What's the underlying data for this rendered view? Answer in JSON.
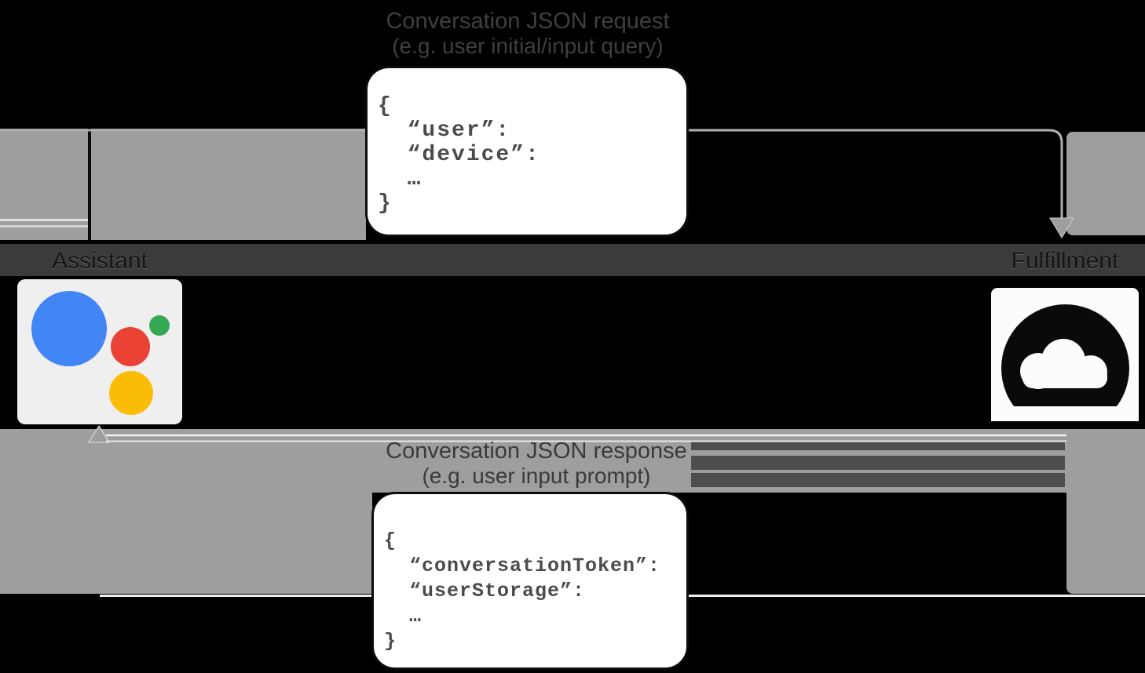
{
  "request": {
    "title": "Conversation JSON request",
    "subtitle": "(e.g. user initial/input query)",
    "code": [
      "{",
      "  “user”:",
      "  “device”:",
      "  …",
      "}"
    ]
  },
  "response": {
    "title": "Conversation JSON response",
    "subtitle": "(e.g. user input prompt)",
    "code": [
      "{",
      "  “conversationToken”:",
      "  “userStorage”:",
      "  …",
      "}"
    ]
  },
  "actors": {
    "assistant": {
      "label": "Assistant"
    },
    "fulfillment": {
      "label": "Fulfillment"
    }
  },
  "colors": {
    "band_gray": "#9e9e9e",
    "label_band": "#3b3b3b",
    "arrow_line": "#b0b0b0",
    "assistant_blue": "#4285f4",
    "assistant_red": "#ea4335",
    "assistant_yellow": "#fbbc05",
    "assistant_green": "#34a853",
    "cloud_black": "#0a0a0a"
  }
}
